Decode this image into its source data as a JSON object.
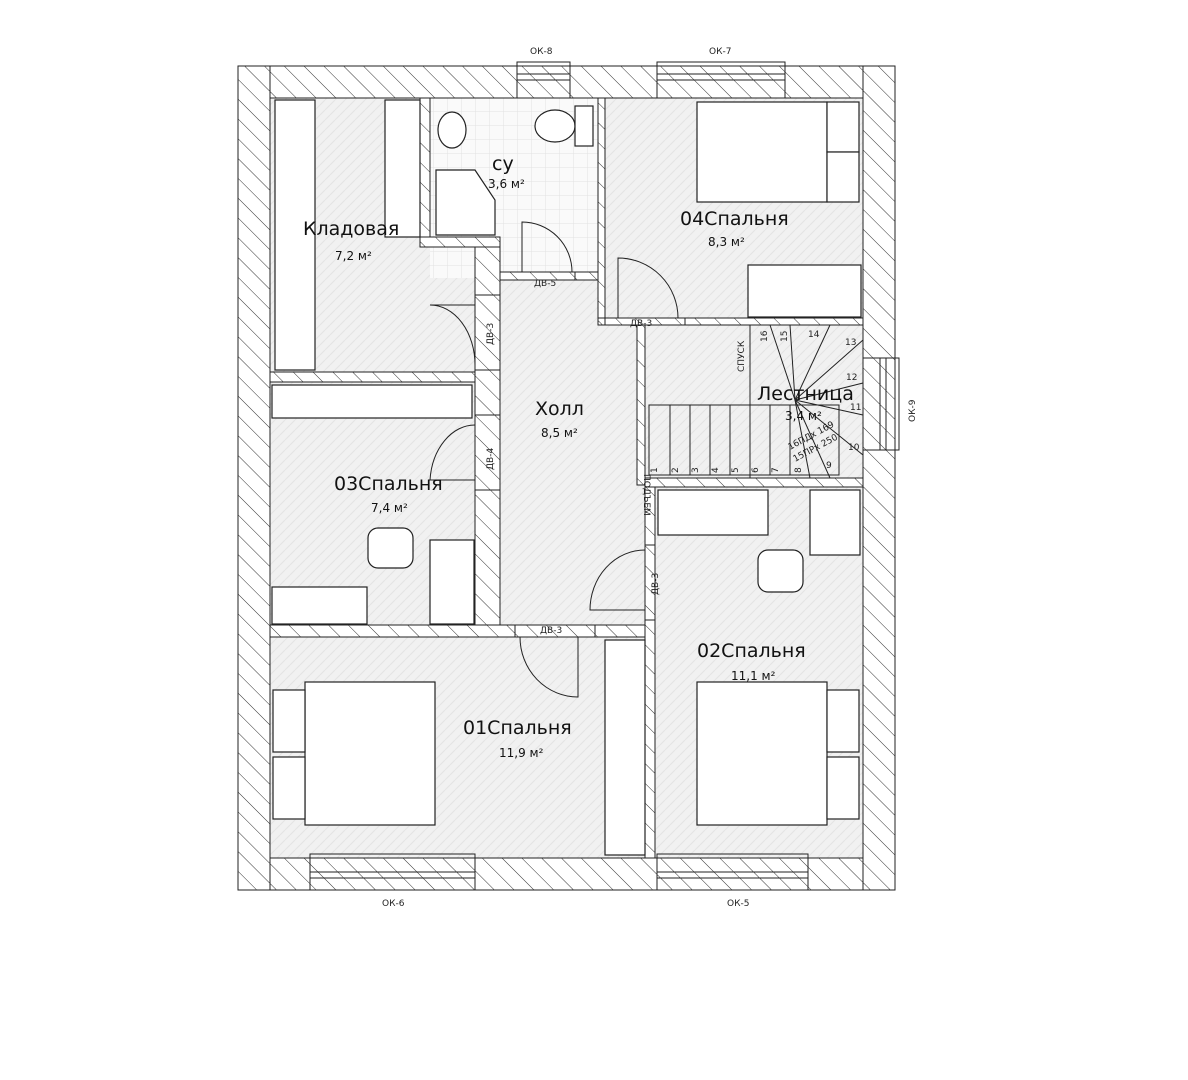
{
  "rooms": {
    "storage": {
      "name": "Кладовая",
      "area": "7,2 м²"
    },
    "wc": {
      "name": "су",
      "area": "3,6 м²"
    },
    "bedroom4": {
      "name": "04Спальня",
      "area": "8,3 м²"
    },
    "hall": {
      "name": "Холл",
      "area": "8,5 м²"
    },
    "stairs": {
      "name": "Лестница",
      "area": "3,4 м²"
    },
    "bedroom3": {
      "name": "03Спальня",
      "area": "7,4 м²"
    },
    "bedroom2": {
      "name": "02Спальня",
      "area": "11,1 м²"
    },
    "bedroom1": {
      "name": "01Спальня",
      "area": "11,9 м²"
    }
  },
  "windows": {
    "ok8": "ОК-8",
    "ok7": "ОК-7",
    "ok9": "ОК-9",
    "ok6": "ОК-6",
    "ok5": "ОК-5"
  },
  "doors": {
    "d_wc": "ДВ-5",
    "d_bed4": "ДВ-3",
    "d_storage": "ДВ-3",
    "d_bed3": "ДВ-4",
    "d_bed2": "ДВ-3",
    "d_bed1": "ДВ-3"
  },
  "stair": {
    "down": "СПУСК",
    "up": "ПОДЪЕМ",
    "risers": "16ПДх 169",
    "treads": "15ПРх 250",
    "steps": [
      "1",
      "2",
      "3",
      "4",
      "5",
      "6",
      "7",
      "8",
      "9",
      "10",
      "11",
      "12",
      "13",
      "14",
      "15",
      "16"
    ]
  }
}
